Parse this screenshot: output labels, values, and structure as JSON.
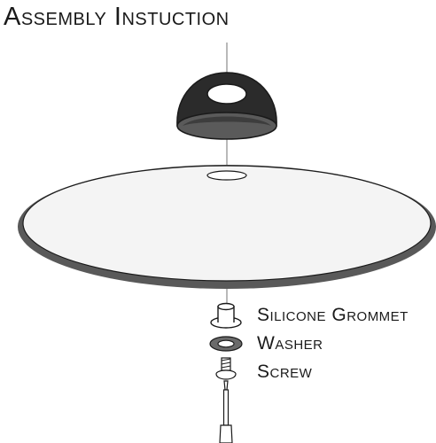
{
  "title": "Assembly Instuction",
  "parts": [
    {
      "label": "Silicone Grommet"
    },
    {
      "label": "Washer"
    },
    {
      "label": "Screw"
    }
  ],
  "colors": {
    "line": "#1a1a1a",
    "shade_dark": "#2b2b2b",
    "shade_mid": "#5a5a5a",
    "disc_fill": "#f4f4f4",
    "disc_rim": "#595959",
    "washer_ring": "#6a6a6a",
    "cord": "#8a8a8a"
  },
  "icons": [
    "lamp-canopy-icon",
    "lampshade-disc-icon",
    "grommet-icon",
    "washer-icon",
    "screw-icon",
    "screwdriver-icon"
  ]
}
